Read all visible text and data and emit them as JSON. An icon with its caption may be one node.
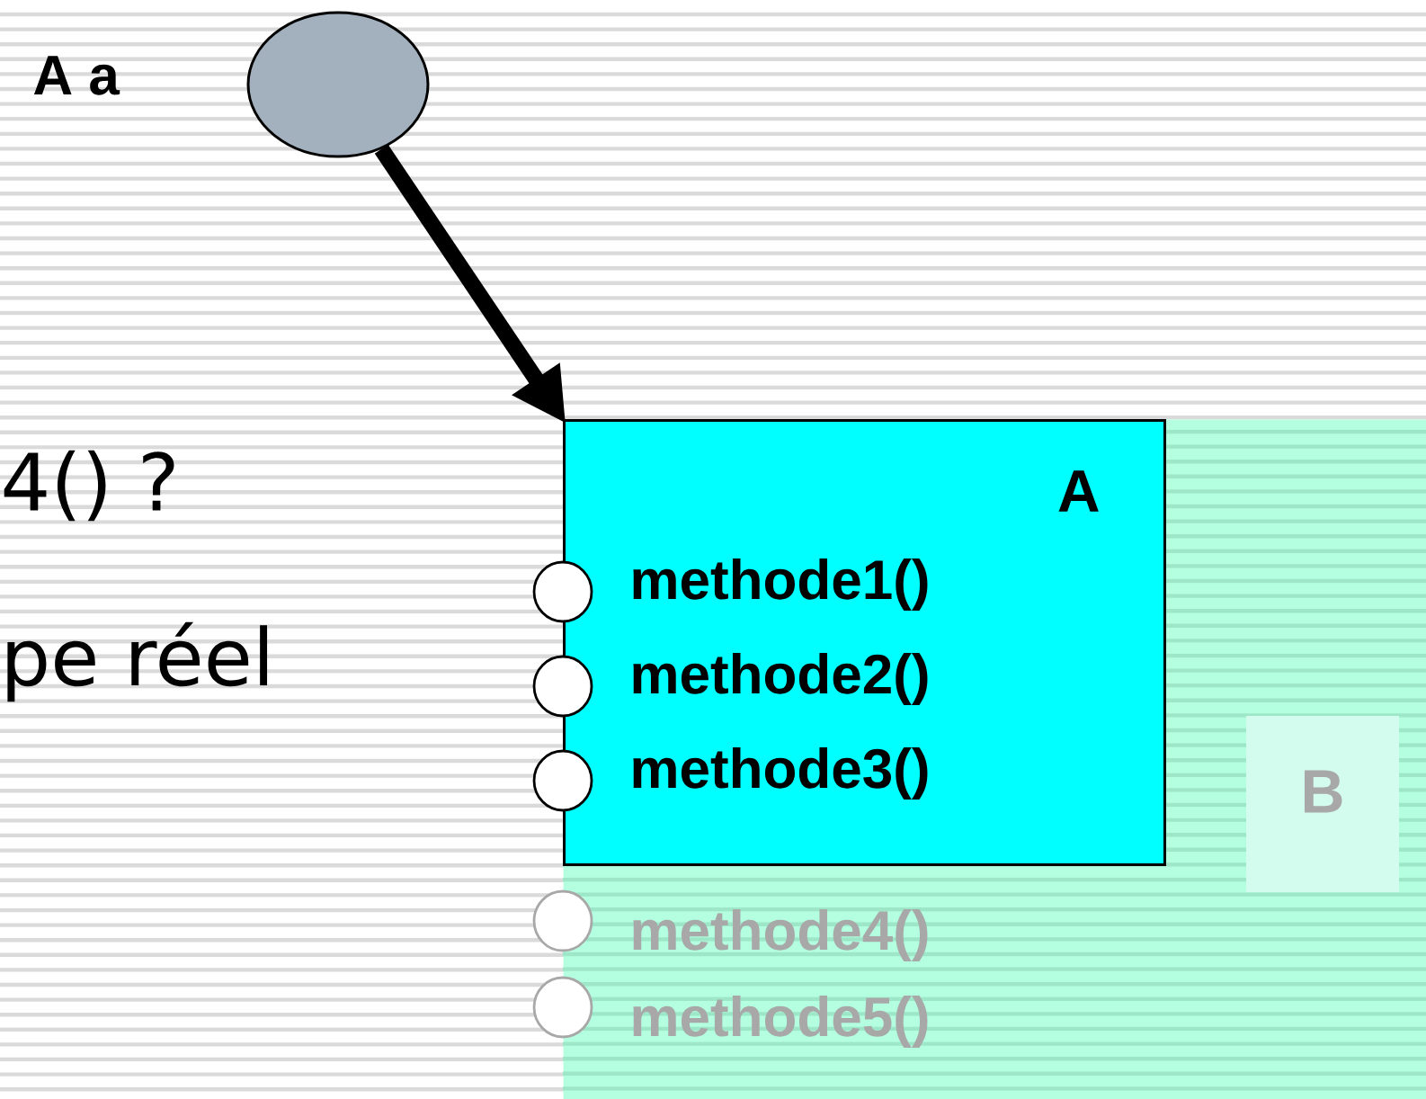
{
  "diagram": {
    "nodes": [
      {
        "text": [],
        "shape": "circle",
        "beside": [
          "A a"
        ]
      },
      {
        "text": [
          "B",
          "methode4()",
          "methode5()"
        ]
      },
      {
        "text": [
          "A",
          "methode1()",
          "methode2()",
          "methode3()"
        ],
        "in": 1
      }
    ],
    "edges": [
      {
        "from": 0,
        "to": 2,
        "arrow": "to"
      }
    ],
    "labels": [
      "4() ?",
      "pe réel"
    ]
  }
}
